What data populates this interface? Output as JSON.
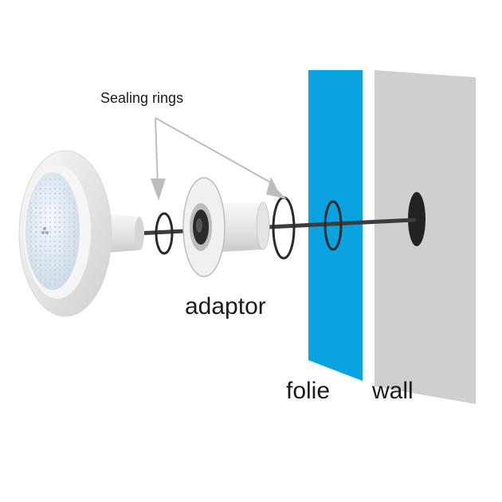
{
  "labels": {
    "sealing_rings": "Sealing rings",
    "adaptor": "adaptor",
    "folie": "folie",
    "wall": "wall"
  },
  "colors": {
    "folie": "#0aa2e0",
    "wall": "#cfcfcf",
    "rod": "#3c3c3c",
    "ring": "#2a2a2a",
    "arrow": "#bdbdbd",
    "lamp_body": "#eeeeee",
    "lamp_lens": "#dfe9f3"
  },
  "icons": [
    "pool-lamp-icon",
    "sealing-ring-icon",
    "adaptor-icon",
    "wall-hole-icon"
  ]
}
